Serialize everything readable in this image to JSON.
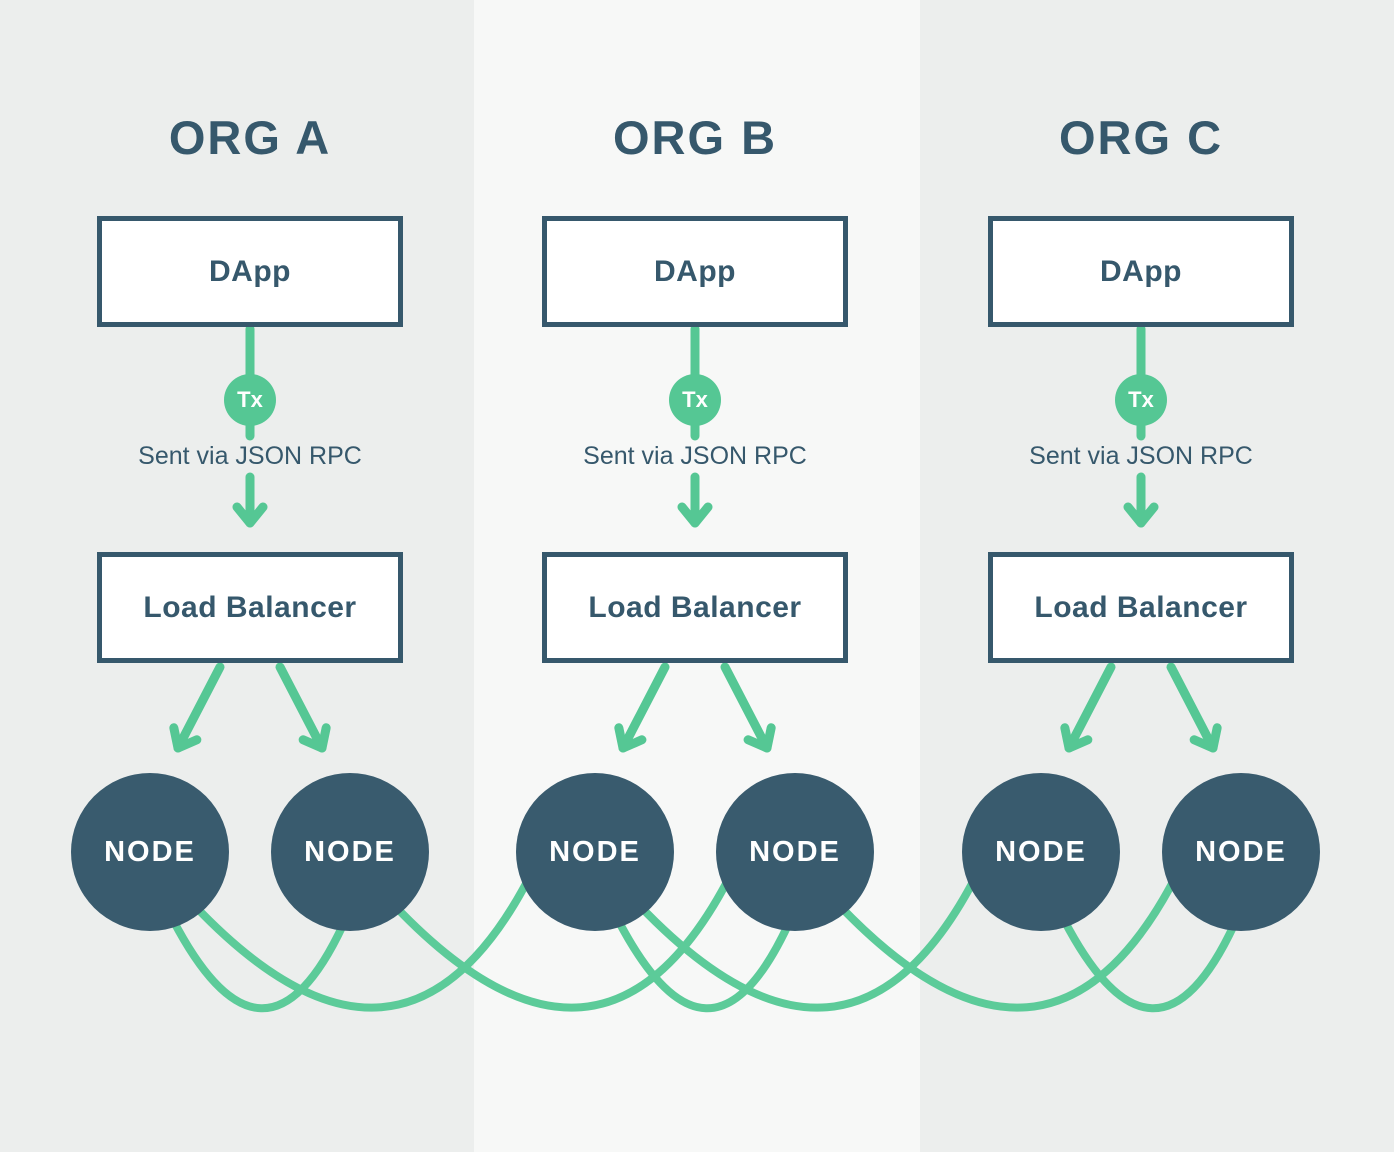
{
  "colors": {
    "bg_outer": "#ECEEED",
    "bg_middle": "#F7F8F7",
    "slate": "#36586C",
    "slate_node": "#395B6E",
    "green": "#55C794",
    "green_light": "#5CCB99",
    "white": "#FFFFFF"
  },
  "orgs": [
    {
      "title": "ORG A",
      "dapp_label": "DApp",
      "tx_label": "Tx",
      "rpc_label": "Sent via JSON RPC",
      "lb_label": "Load Balancer",
      "nodes": [
        "NODE",
        "NODE"
      ]
    },
    {
      "title": "ORG B",
      "dapp_label": "DApp",
      "tx_label": "Tx",
      "rpc_label": "Sent via JSON RPC",
      "lb_label": "Load Balancer",
      "nodes": [
        "NODE",
        "NODE"
      ]
    },
    {
      "title": "ORG C",
      "dapp_label": "DApp",
      "tx_label": "Tx",
      "rpc_label": "Sent via JSON RPC",
      "lb_label": "Load Balancer",
      "nodes": [
        "NODE",
        "NODE"
      ]
    }
  ],
  "flow_per_org": [
    "DApp",
    "Tx",
    "Sent via JSON RPC",
    "Load Balancer",
    "NODE",
    "NODE"
  ],
  "mesh_links": [
    [
      "orgA-node1",
      "orgA-node2"
    ],
    [
      "orgA-node1",
      "orgB-node1"
    ],
    [
      "orgA-node2",
      "orgB-node2"
    ],
    [
      "orgB-node1",
      "orgB-node2"
    ],
    [
      "orgB-node1",
      "orgC-node1"
    ],
    [
      "orgB-node2",
      "orgC-node2"
    ],
    [
      "orgC-node1",
      "orgC-node2"
    ]
  ]
}
